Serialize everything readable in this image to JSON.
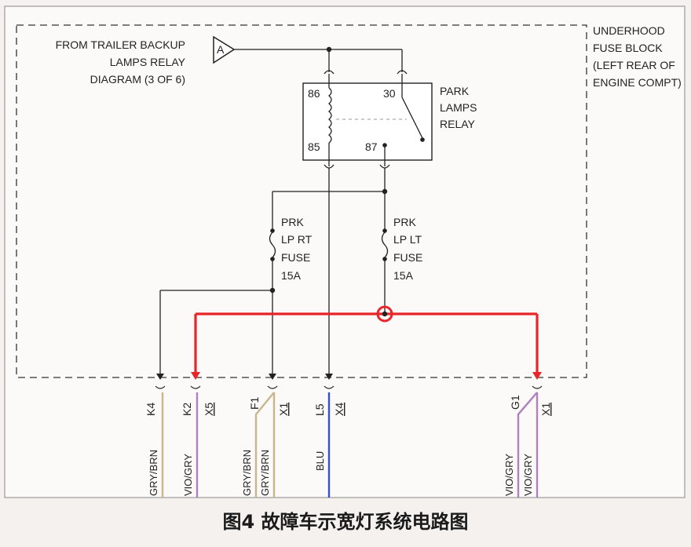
{
  "from_label": [
    "FROM TRAILER BACKUP",
    "LAMPS RELAY",
    "DIAGRAM (3 OF 6)"
  ],
  "connector_a": "A",
  "fuse_block_label": [
    "UNDERHOOD",
    "FUSE BLOCK",
    "(LEFT REAR OF",
    "ENGINE COMPT)"
  ],
  "relay": {
    "name": [
      "PARK",
      "LAMPS",
      "RELAY"
    ],
    "pin_86": "86",
    "pin_30": "30",
    "pin_85": "85",
    "pin_87": "87"
  },
  "fuse_rt": [
    "PRK",
    "LP RT",
    "FUSE",
    "15A"
  ],
  "fuse_lt": [
    "PRK",
    "LP LT",
    "FUSE",
    "15A"
  ],
  "terminals": [
    {
      "pin": "K4",
      "conn": ""
    },
    {
      "pin": "K2",
      "conn": "X5"
    },
    {
      "pin": "F1",
      "conn": "X1"
    },
    {
      "pin": "L5",
      "conn": "X4"
    },
    {
      "pin": "G1",
      "conn": "X1"
    }
  ],
  "wires": [
    {
      "label": "GRY/BRN",
      "color": "#c9b68e"
    },
    {
      "label": "VIO/GRY",
      "color": "#b07fc0"
    },
    {
      "label": "GRY/BRN",
      "color": "#c9b68e"
    },
    {
      "label": "GRY/BRN",
      "color": "#c9b68e"
    },
    {
      "label": "BLU",
      "color": "#3550c8"
    },
    {
      "label": "VIO/GRY",
      "color": "#b07fc0"
    },
    {
      "label": "VIO/GRY",
      "color": "#b07fc0"
    }
  ],
  "highlight_color": "#e8262a",
  "caption": "图4 故障车示宽灯系统电路图"
}
